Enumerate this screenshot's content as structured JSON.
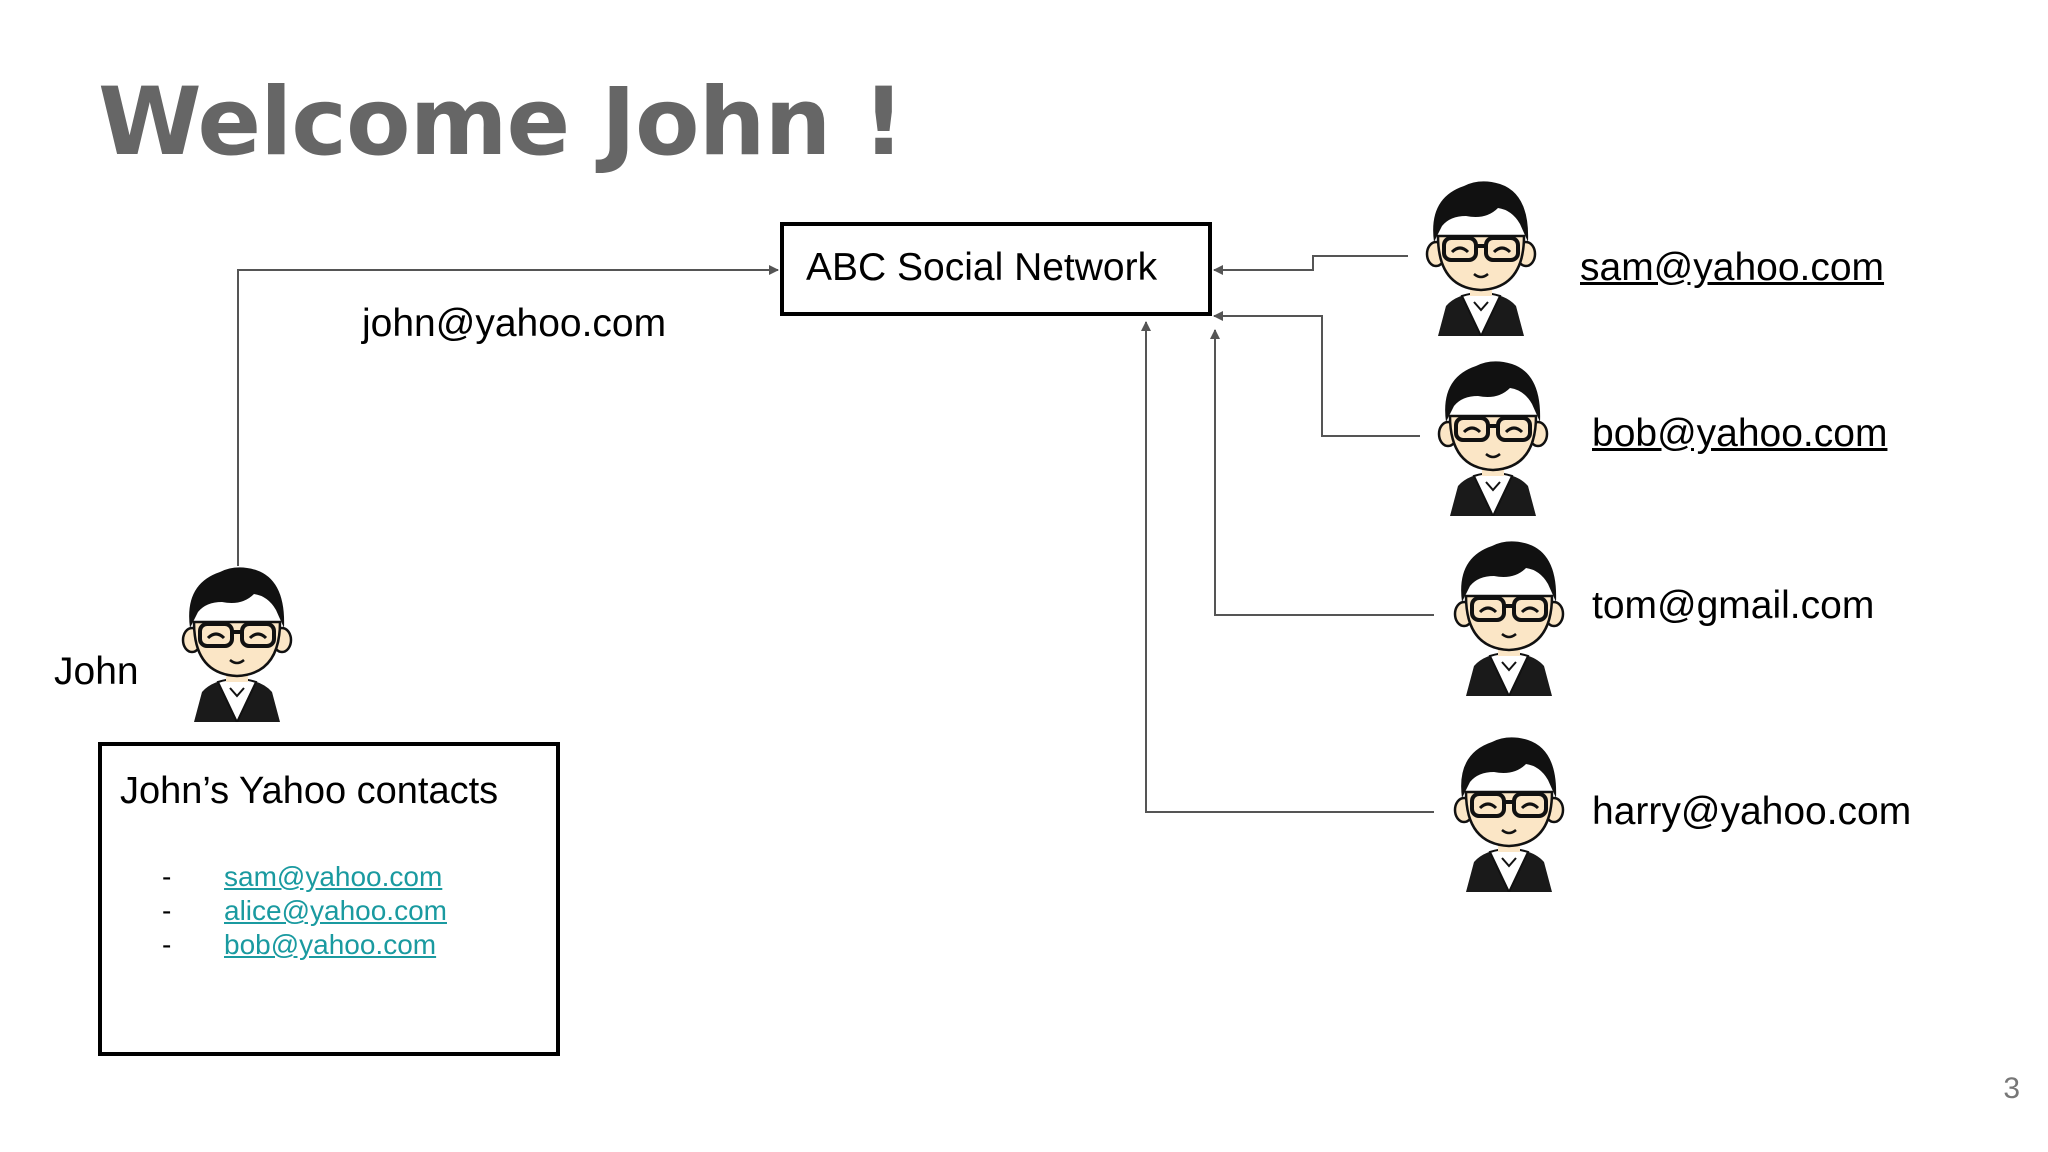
{
  "slide": {
    "title": "Welcome John !",
    "page_number": "3"
  },
  "network_box": {
    "label": "ABC Social Network"
  },
  "john": {
    "name": "John",
    "email": "john@yahoo.com"
  },
  "contacts_box": {
    "title": "John’s Yahoo contacts",
    "items": [
      {
        "bullet": "-",
        "email": "sam@yahoo.com"
      },
      {
        "bullet": "-",
        "email": "alice@yahoo.com"
      },
      {
        "bullet": "-",
        "email": "bob@yahoo.com"
      }
    ]
  },
  "users": [
    {
      "email": "sam@yahoo.com",
      "underlined": true
    },
    {
      "email": "bob@yahoo.com",
      "underlined": true
    },
    {
      "email": "tom@gmail.com",
      "underlined": false
    },
    {
      "email": "harry@yahoo.com",
      "underlined": false
    }
  ],
  "colors": {
    "title": "#666666",
    "connector": "#555555",
    "contact_link": "#1a9aa0",
    "hair": "#111111",
    "skin": "#fbe6c6"
  },
  "icons": {
    "avatar": "cartoon-man-with-glasses-icon"
  }
}
